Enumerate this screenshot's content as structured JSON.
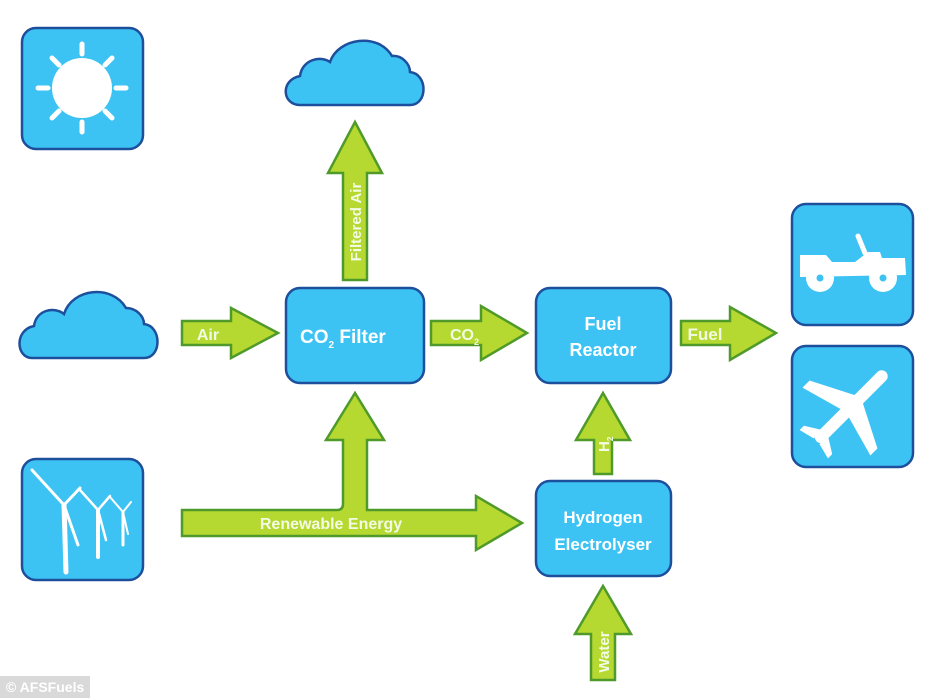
{
  "diagram": {
    "title": "Air to fuel process",
    "icons": {
      "sun": "sun-icon",
      "cloud_output": "cloud-icon",
      "cloud_input": "cloud-icon",
      "wind": "wind-turbines-icon",
      "car": "car-icon",
      "plane": "airplane-icon"
    },
    "boxes": {
      "co2_filter": {
        "main": "CO",
        "sub": "2",
        "rest": " Filter"
      },
      "fuel_reactor": {
        "line1": "Fuel",
        "line2": "Reactor"
      },
      "electrolyser": {
        "line1": "Hydrogen",
        "line2": "Electrolyser"
      }
    },
    "arrows": {
      "air": "Air",
      "co2": {
        "main": "CO",
        "sub": "2"
      },
      "fuel": "Fuel",
      "filtered_air": "Filtered Air",
      "renewable_energy": "Renewable Energy",
      "h2": {
        "main": "H",
        "sub": "2"
      },
      "water": "Water"
    },
    "colors": {
      "box_fill": "#3cc3f3",
      "box_stroke": "#1d4f9c",
      "arrow_fill": "#b5d930",
      "arrow_stroke": "#4f9a2a"
    }
  },
  "credit": "© AFSFuels"
}
